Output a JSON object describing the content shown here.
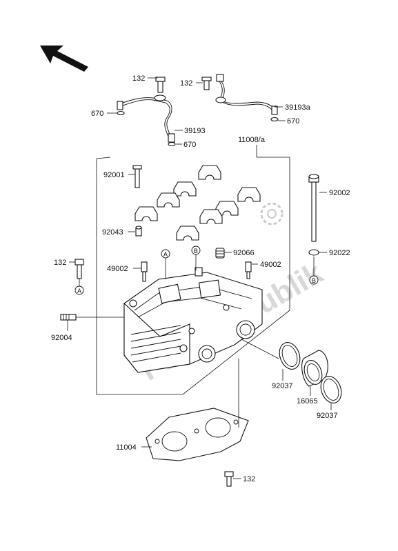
{
  "watermark": "PartsRepublik",
  "labels": {
    "p132_a": "132",
    "p132_b": "132",
    "p132_c": "132",
    "p132_d": "132",
    "p670_a": "670",
    "p670_b": "670",
    "p670_c": "670",
    "p39193": "39193",
    "p39193a": "39193a",
    "p11008": "11008/a",
    "p92001": "92001",
    "p92002": "92002",
    "p92043": "92043",
    "p92066": "92066",
    "p92022": "92022",
    "p49002_a": "49002",
    "p49002_b": "49002",
    "p92004": "92004",
    "p92037_a": "92037",
    "p92037_b": "92037",
    "p16065": "16065",
    "p11004": "11004"
  },
  "markers": {
    "a_top": "A",
    "a_side": "A",
    "b_top": "B",
    "b_side": "B"
  },
  "icons": {
    "front": "front-arrow-icon",
    "gear": "gear-icon"
  }
}
